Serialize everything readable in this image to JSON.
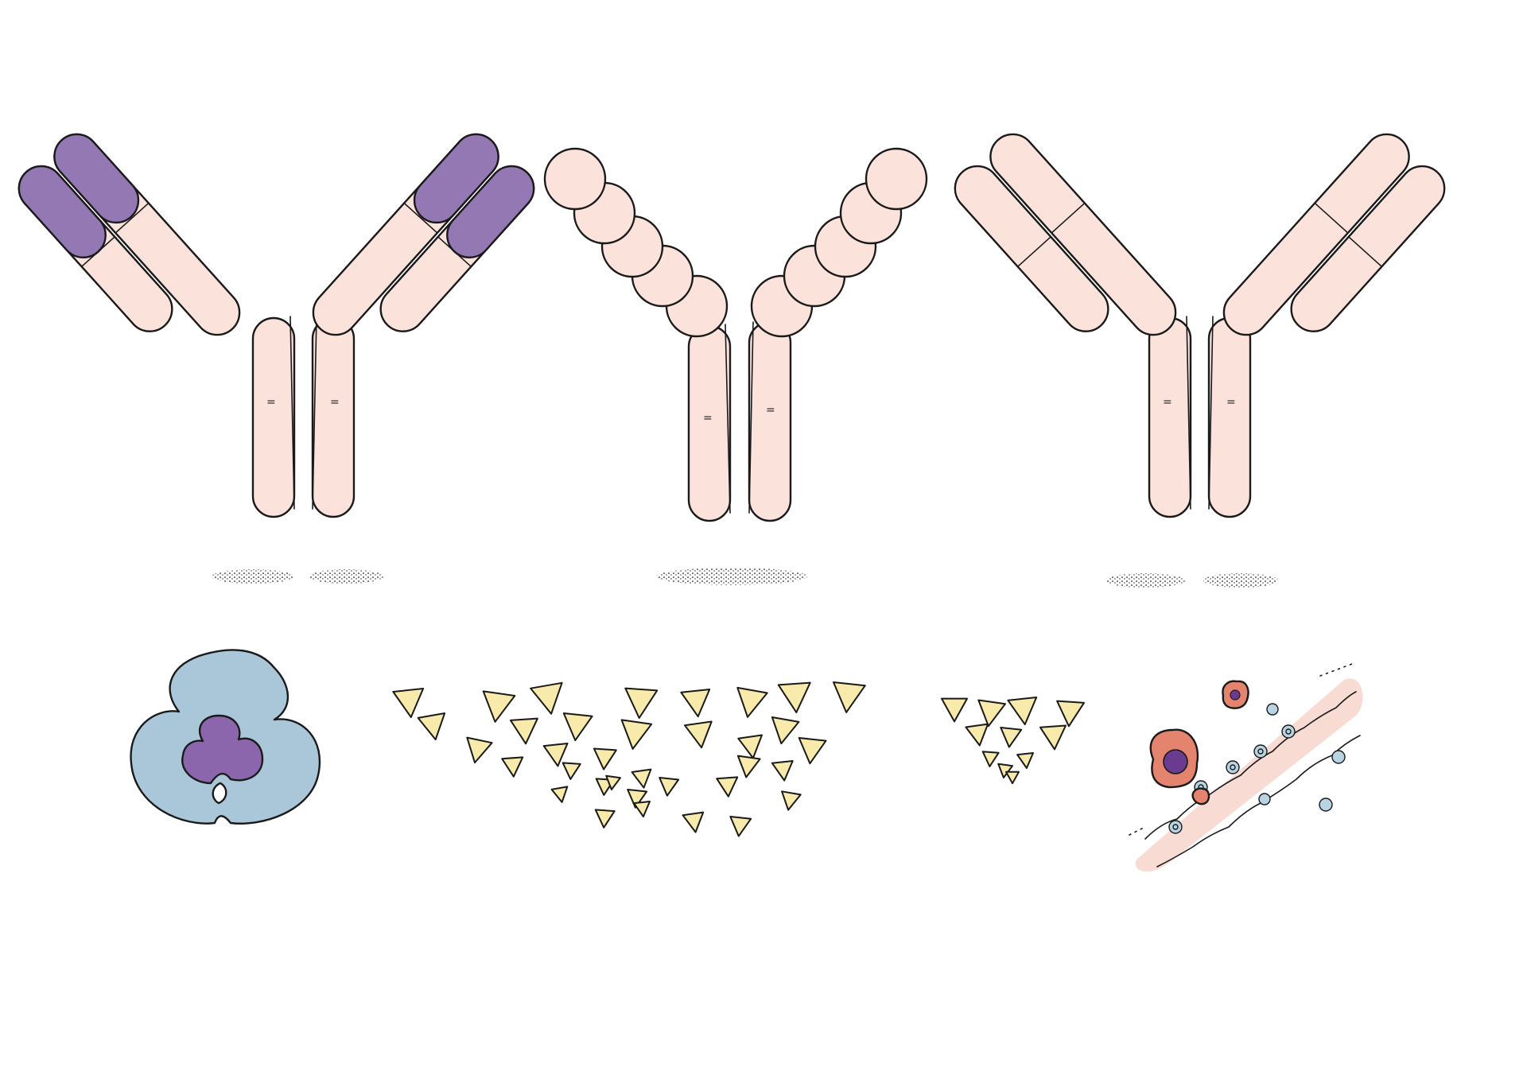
{
  "colors": {
    "background": "#ffffff",
    "antibody_body": "#fbe3dc",
    "variable_domain": "#9378b4",
    "tumor_cell": "#a9c7d9",
    "tumor_nucleus": "#8c66ad",
    "antigen": "#f7eaaa",
    "vessel": "#f8dcd4",
    "immune_cell": "#e5846e",
    "immune_cell_nucleus": "#6a3b8f",
    "blood_cell": "#b8d3e2",
    "ink": "#1a1a1a"
  },
  "figures": {
    "antibody_chimeric": {
      "icon": "y-shaped-antibody-purple-variable-regions"
    },
    "antibody_domain_chain": {
      "icon": "y-shaped-antibody-beaded-domains"
    },
    "antibody_humanized": {
      "icon": "y-shaped-antibody-all-human"
    },
    "tumor_cell": {
      "icon": "three-lobed-cell-with-nucleus"
    },
    "antigen_cluster_large": {
      "icon": "triangles-group",
      "count": 35
    },
    "antigen_cluster_small": {
      "icon": "triangles-group",
      "count": 11
    },
    "blood_vessel": {
      "icon": "vessel-with-cells"
    }
  }
}
